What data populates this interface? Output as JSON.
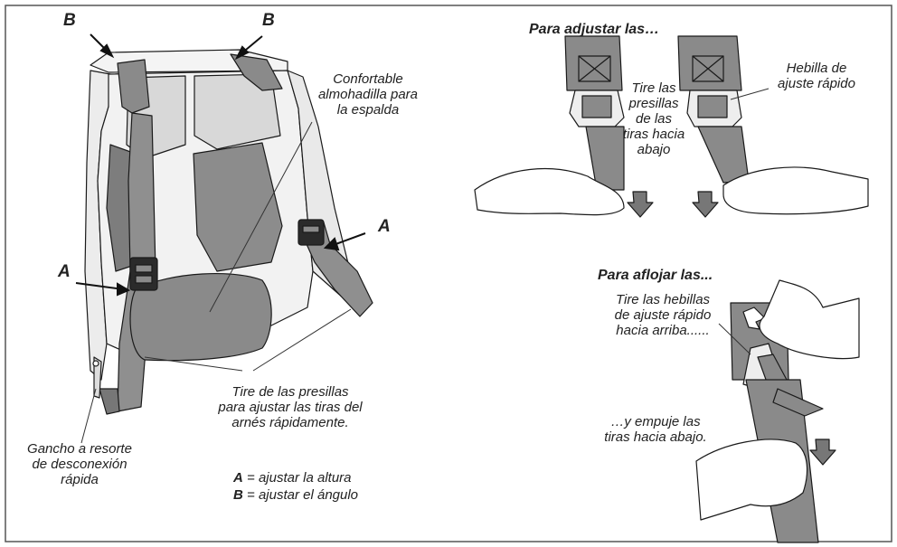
{
  "labels": {
    "b_left": "B",
    "b_right": "B",
    "a_left": "A",
    "a_right": "A",
    "back_pad": "Confortable\nalmohadilla para\nla espalda",
    "pull_tabs": "Tire de las presillas\npara ajustar las tiras del\narnés rápidamente.",
    "spring_hook": "Gancho a resorte\nde desconexión\nrápida",
    "legend_a_key": "A",
    "legend_a_text": " = ajustar la altura",
    "legend_b_key": "B",
    "legend_b_text": " =  ajustar el ángulo",
    "adjust_title": "Para adjustar las…",
    "pull_down": "Tire las\npresillas\nde las\ntiras hacia\nabajo",
    "quick_buckle": "Hebilla de\najuste rápido",
    "loosen_title": "Para aflojar las...",
    "pull_up": "Tire las hebillas\nde ajuste rápido\nhacia arriba......",
    "push_down": "…y empuje las\ntiras hacia abajo."
  },
  "colors": {
    "strap": "#8a8a8a",
    "strap_dark": "#5e5e5e",
    "outline": "#1a1a1a",
    "frame_border": "#555555"
  }
}
